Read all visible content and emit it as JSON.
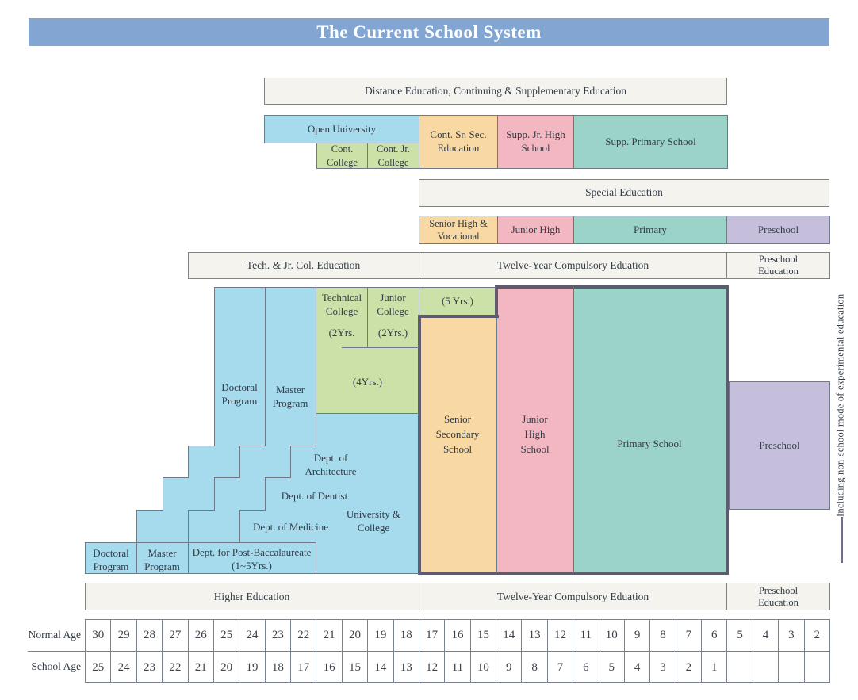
{
  "title": "The Current School System",
  "top_section": {
    "distance_bar": "Distance Education, Continuing & Supplementary Education",
    "open_university": "Open University",
    "cont_college": "Cont. College",
    "cont_jr_college": "Cont. Jr. College",
    "cont_sr_sec": "Cont. Sr. Sec. Education",
    "supp_jr_high": "Supp. Jr. High School",
    "supp_primary": "Supp. Primary School"
  },
  "special_section": {
    "bar": "Special Education",
    "senior_high_vocational": "Senior High & Vocational",
    "junior_high": "Junior High",
    "primary": "Primary",
    "preschool": "Preschool"
  },
  "mid_bars": {
    "tech": "Tech. & Jr. Col. Education",
    "twelve_year": "Twelve-Year Compulsory Eduation",
    "preschool": "Preschool Education"
  },
  "main": {
    "five_yrs": "(5 Yrs.)",
    "technical_college": "Technical College",
    "technical_college_yrs": "(2Yrs.",
    "junior_college": "Junior College",
    "junior_college_yrs": "(2Yrs.)",
    "four_yrs": "(4Yrs.)",
    "doctoral_program": "Doctoral Program",
    "master_program": "Master Program",
    "dept_architecture": "Dept. of Architecture",
    "dept_dentist": "Dept. of Dentist",
    "dept_medicine": "Dept. of Medicine",
    "university_college": "University & College",
    "doctoral_program_bottom": "Doctoral Program",
    "master_program_bottom": "Master Program",
    "post_baccalaureate": "Dept. for Post-Baccalaureate (1~5Yrs.)",
    "senior_secondary": "Senior Secondary School",
    "junior_high": "Junior High School",
    "primary_school": "Primary School",
    "preschool": "Preschool",
    "side_note": "Including non-school mode of experimental education"
  },
  "bottom_bars": {
    "higher": "Higher Education",
    "twelve_year": "Twelve-Year Compulsory Eduation",
    "preschool": "Preschool Education"
  },
  "age_table": {
    "normal_label": "Normal Age",
    "school_label": "School Age",
    "normal": [
      "30",
      "29",
      "28",
      "27",
      "26",
      "25",
      "24",
      "23",
      "22",
      "21",
      "20",
      "19",
      "18",
      "17",
      "16",
      "15",
      "14",
      "13",
      "12",
      "11",
      "10",
      "9",
      "8",
      "7",
      "6",
      "5",
      "4",
      "3",
      "2"
    ],
    "school": [
      "25",
      "24",
      "23",
      "22",
      "21",
      "20",
      "19",
      "18",
      "17",
      "16",
      "15",
      "14",
      "13",
      "12",
      "11",
      "10",
      "9",
      "8",
      "7",
      "6",
      "5",
      "4",
      "3",
      "2",
      "1",
      "",
      "",
      "",
      ""
    ]
  },
  "colors": {
    "title_bar": "#83a5d2",
    "bar_bg": "#f4f3ee",
    "blue": "#a5dbed",
    "green": "#cce1a8",
    "orange": "#f8d9a3",
    "pink": "#f3b7c1",
    "teal": "#9bd3c8",
    "purple": "#c6bfdc",
    "dark_border": "#5e5b6f",
    "line": "#6e7987"
  }
}
